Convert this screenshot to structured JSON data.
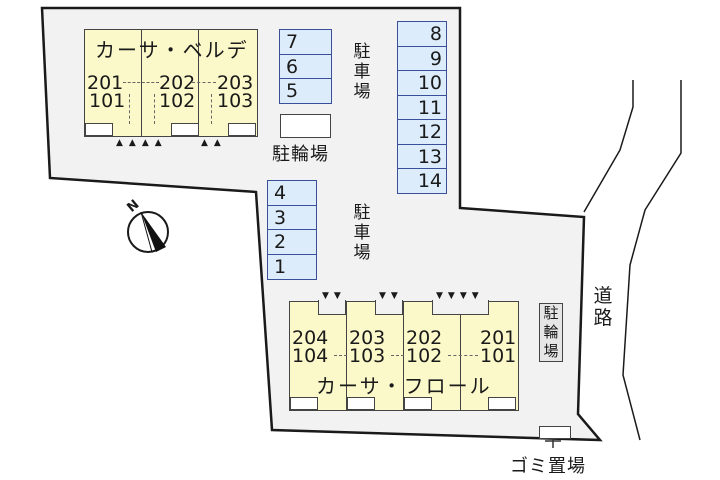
{
  "map": {
    "lot_fill": "#f2f2f2",
    "building_fill": "#fbf8c9",
    "parking_fill": "#dcecfb",
    "parking_border": "#3a4f9a",
    "north_label": "N"
  },
  "building_top": {
    "name": "カーサ・ベルデ",
    "units_upper": [
      "201",
      "202",
      "203"
    ],
    "units_lower": [
      "101",
      "102",
      "103"
    ]
  },
  "building_bottom": {
    "name": "カーサ・フロール",
    "units_upper": [
      "204",
      "203",
      "202",
      "201"
    ],
    "units_lower": [
      "104",
      "103",
      "102",
      "101"
    ]
  },
  "parking": {
    "label": "駐車場",
    "column_a": [
      "7",
      "6",
      "5"
    ],
    "column_b": [
      "8",
      "9",
      "10",
      "11",
      "12",
      "13",
      "14"
    ],
    "column_c": [
      "4",
      "3",
      "2",
      "1"
    ]
  },
  "labels": {
    "parking_lot_upper": "駐車場",
    "parking_lot_lower": "駐車場",
    "bicycle_parking_top": "駐輪場",
    "bicycle_parking_right": "駐輪場",
    "road": "道路",
    "garbage": "ゴミ置場"
  }
}
